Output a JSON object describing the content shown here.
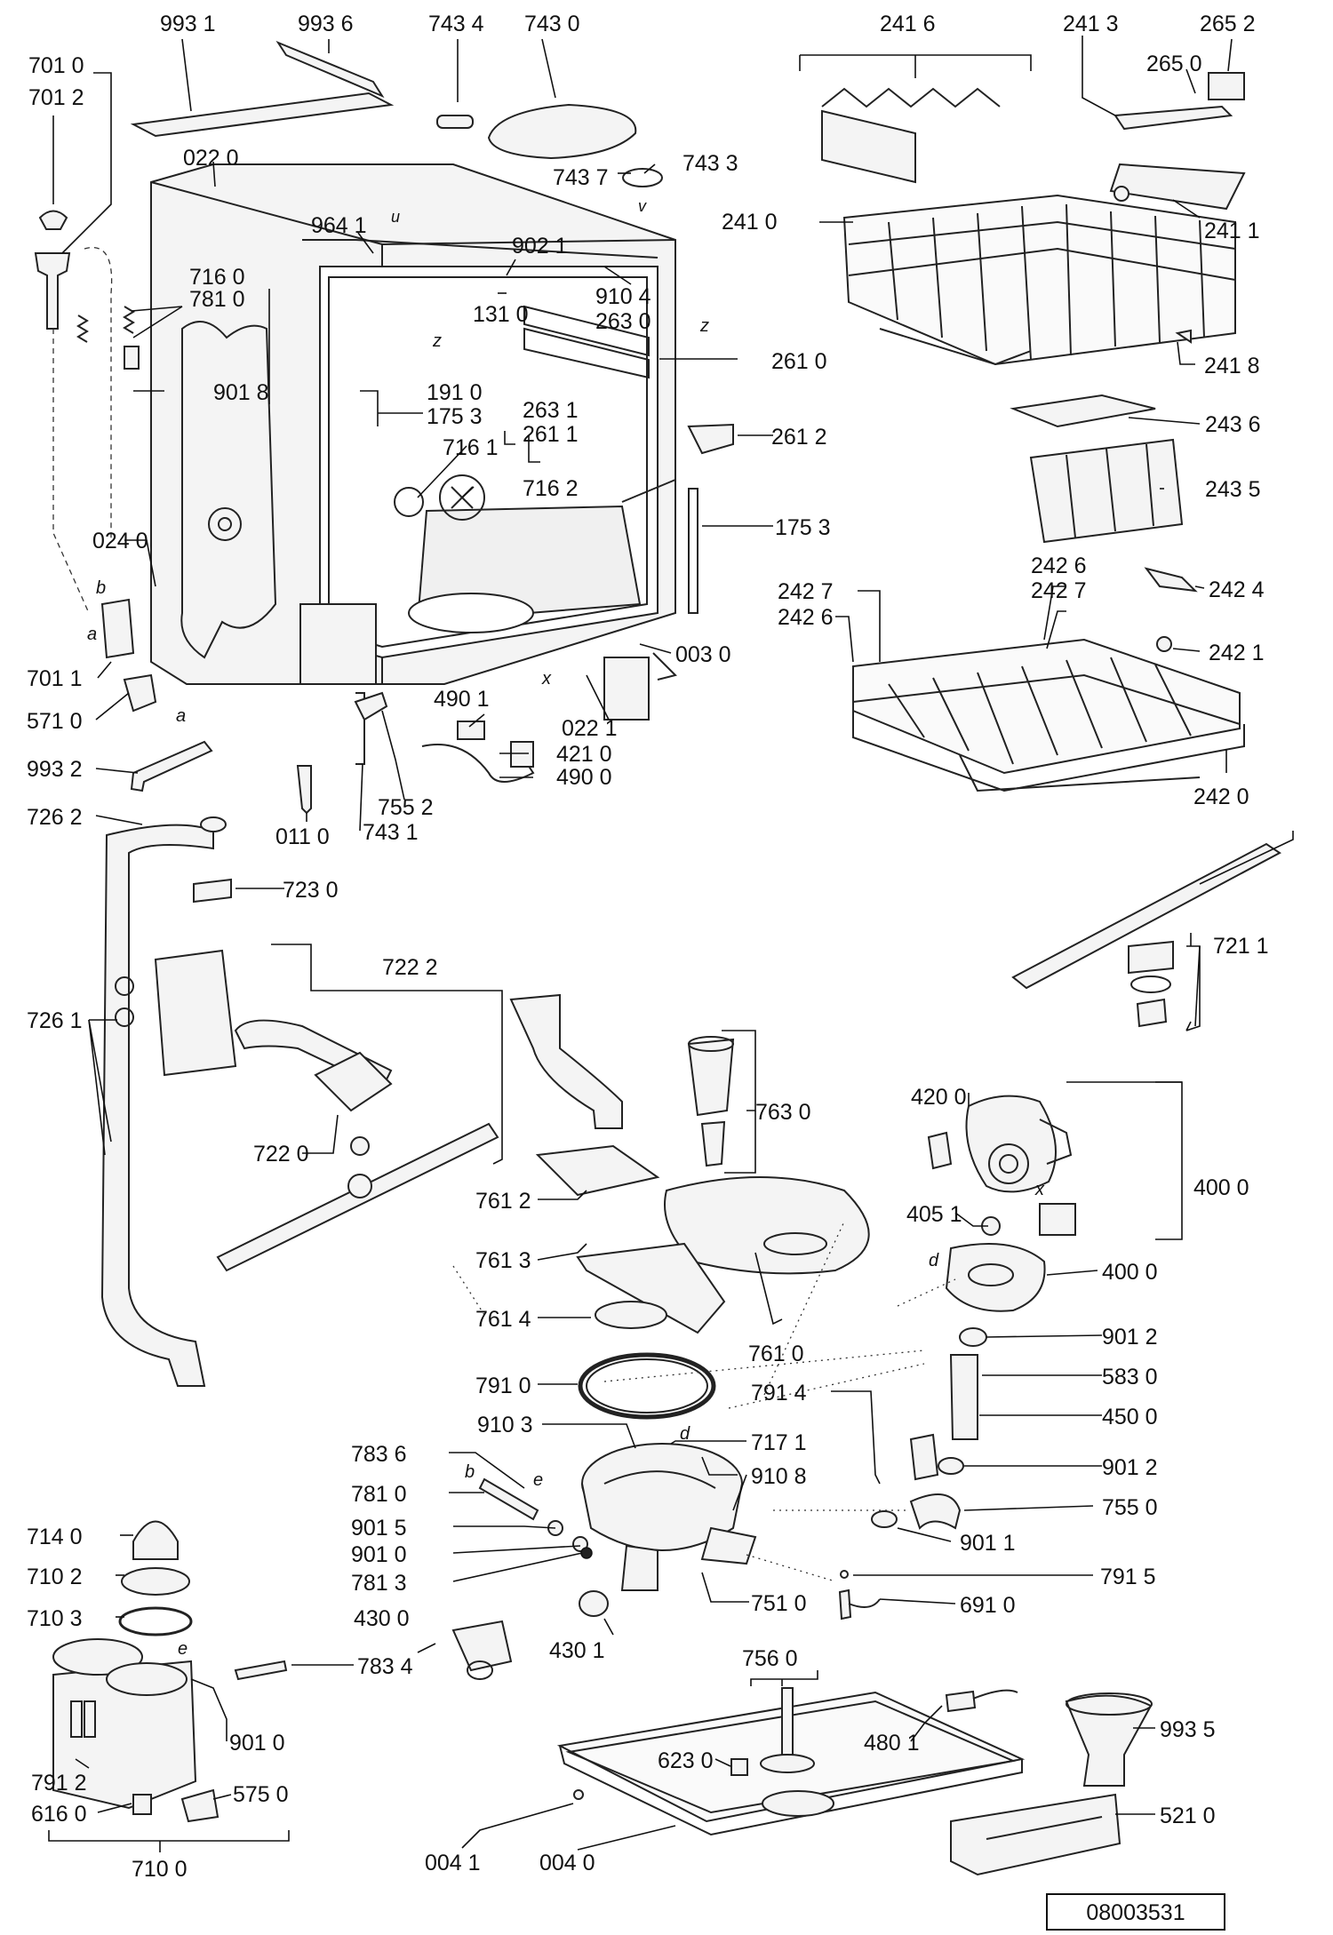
{
  "diagram": {
    "document_number": "08003531",
    "labels": {
      "p9931": "993 1",
      "p9936": "993 6",
      "p7434": "743 4",
      "p7430": "743 0",
      "p7010": "701 0",
      "p7012": "701 2",
      "p0220": "022 0",
      "p7437": "743 7",
      "p7433": "743 3",
      "p9641": "964 1",
      "p9021": "902 1",
      "p9104": "910 4",
      "p2630": "263 0",
      "p7160": "716 0",
      "p7810a": "781 0",
      "p1310": "131 0",
      "p2610": "261 0",
      "p9018": "901 8",
      "p1910": "191 0",
      "p1753a": "175 3",
      "p2631": "263 1",
      "p2611": "261 1",
      "p2612": "261 2",
      "p7161": "716 1",
      "p7162": "716 2",
      "p1753b": "175 3",
      "p0240": "024 0",
      "p0030": "003 0",
      "p7011": "701 1",
      "p0221": "022 1",
      "p5710": "571 0",
      "p4901": "490 1",
      "p4210": "421 0",
      "p9932": "993 2",
      "p4900": "490 0",
      "p7552": "755 2",
      "p7262": "726 2",
      "p0110": "011 0",
      "p7431": "743 1",
      "p7230": "723 0",
      "p7222": "722 2",
      "p7261": "726 1",
      "p7220": "722 0",
      "p2416": "241 6",
      "p2413": "241 3",
      "p2652": "265 2",
      "p2650": "265 0",
      "p2410": "241 0",
      "p2411": "241 1",
      "p2418": "241 8",
      "p2436": "243 6",
      "p2435": "243 5",
      "p2427a": "242 7",
      "p2426a": "242 6",
      "p2426b": "242 6",
      "p2427b": "242 7",
      "p2424": "242 4",
      "p2421": "242 1",
      "p2420": "242 0",
      "p7211": "721 1",
      "p7630": "763 0",
      "p7612": "761 2",
      "p7613": "761 3",
      "p7614": "761 4",
      "p7610": "761 0",
      "p7910": "791 0",
      "p4200": "420 0",
      "p4000a": "400 0",
      "p4051": "405 1",
      "p4000b": "400 0",
      "p9012a": "901 2",
      "p5830": "583 0",
      "p7914": "791 4",
      "p4500": "450 0",
      "p9103": "910 3",
      "p7171": "717 1",
      "p9012b": "901 2",
      "p9108": "910 8",
      "p7836": "783 6",
      "p7810b": "781 0",
      "p7550": "755 0",
      "p9015": "901 5",
      "p9011": "901 1",
      "p9010a": "901 0",
      "p7813": "781 3",
      "p7915": "791 5",
      "p7510": "751 0",
      "p6910": "691 0",
      "p7140": "714 0",
      "p4300": "430 0",
      "p7102": "710 2",
      "p4301": "430 1",
      "p7103": "710 3",
      "p7834": "783 4",
      "p7560": "756 0",
      "p9010b": "901 0",
      "p4801": "480 1",
      "p9935": "993 5",
      "p7912": "791 2",
      "p6230": "623 0",
      "p6160": "616 0",
      "p5750": "575 0",
      "p5210": "521 0",
      "p7100": "710 0",
      "p0041": "004 1",
      "p0040": "004 0"
    },
    "letters": {
      "a1": "a",
      "a2": "a",
      "b1": "b",
      "b2": "b",
      "d1": "d",
      "d2": "d",
      "e1": "e",
      "e2": "e",
      "x1": "x",
      "x2": "x",
      "z1": "z",
      "z2": "z",
      "u1": "u",
      "v1": "v"
    }
  }
}
